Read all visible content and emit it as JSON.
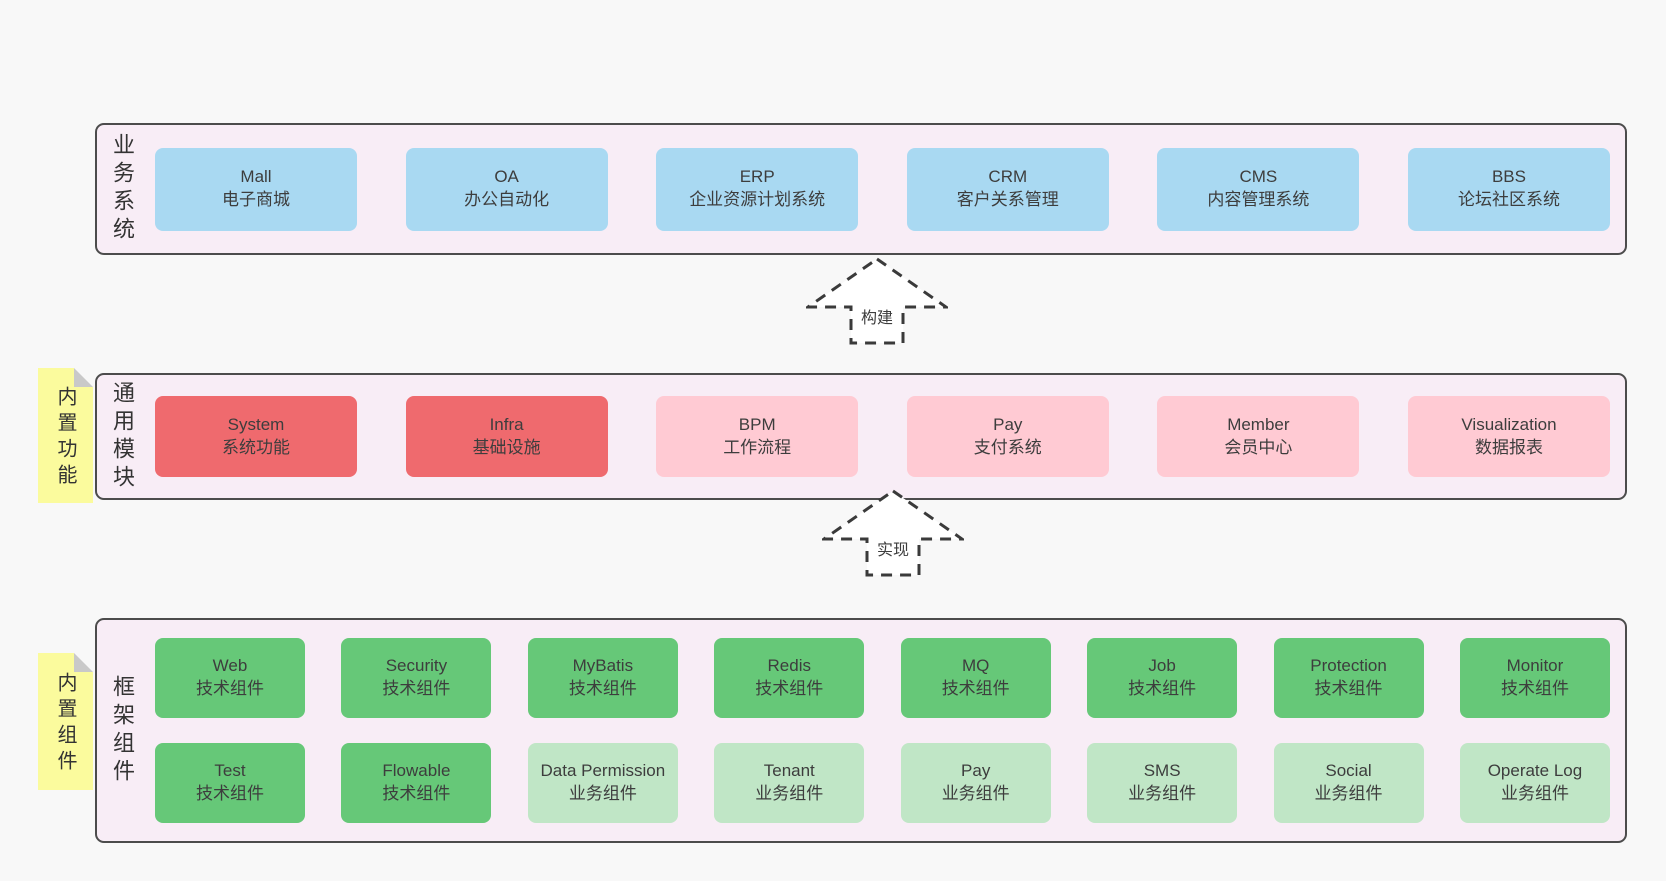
{
  "colors": {
    "blue": "#a9d9f2",
    "red": "#ef6a6e",
    "pink": "#ffcad3",
    "green_dark": "#66c878",
    "green_light": "#c0e6c6",
    "container_fill": "#f8edf6",
    "container_border": "#4c4c4c",
    "sticky_yellow": "#fbfb9d",
    "background": "#f8f8f8"
  },
  "arrows": [
    {
      "label": "构建"
    },
    {
      "label": "实现"
    }
  ],
  "sections": [
    {
      "name": "business-systems",
      "side_label": "业务系统",
      "sticky_note": null,
      "rows": [
        [
          {
            "title": "Mall",
            "subtitle": "电子商城",
            "variant": "blue"
          },
          {
            "title": "OA",
            "subtitle": "办公自动化",
            "variant": "blue"
          },
          {
            "title": "ERP",
            "subtitle": "企业资源计划系统",
            "variant": "blue"
          },
          {
            "title": "CRM",
            "subtitle": "客户关系管理",
            "variant": "blue"
          },
          {
            "title": "CMS",
            "subtitle": "内容管理系统",
            "variant": "blue"
          },
          {
            "title": "BBS",
            "subtitle": "论坛社区系统",
            "variant": "blue"
          }
        ]
      ]
    },
    {
      "name": "common-modules",
      "side_label": "通用模块",
      "sticky_note": "内置功能",
      "rows": [
        [
          {
            "title": "System",
            "subtitle": "系统功能",
            "variant": "red"
          },
          {
            "title": "Infra",
            "subtitle": "基础设施",
            "variant": "red"
          },
          {
            "title": "BPM",
            "subtitle": "工作流程",
            "variant": "pink"
          },
          {
            "title": "Pay",
            "subtitle": "支付系统",
            "variant": "pink"
          },
          {
            "title": "Member",
            "subtitle": "会员中心",
            "variant": "pink"
          },
          {
            "title": "Visualization",
            "subtitle": "数据报表",
            "variant": "pink"
          }
        ]
      ]
    },
    {
      "name": "framework-components",
      "side_label": "框架组件",
      "sticky_note": "内置组件",
      "rows": [
        [
          {
            "title": "Web",
            "subtitle": "技术组件",
            "variant": "green_dark"
          },
          {
            "title": "Security",
            "subtitle": "技术组件",
            "variant": "green_dark"
          },
          {
            "title": "MyBatis",
            "subtitle": "技术组件",
            "variant": "green_dark"
          },
          {
            "title": "Redis",
            "subtitle": "技术组件",
            "variant": "green_dark"
          },
          {
            "title": "MQ",
            "subtitle": "技术组件",
            "variant": "green_dark"
          },
          {
            "title": "Job",
            "subtitle": "技术组件",
            "variant": "green_dark"
          },
          {
            "title": "Protection",
            "subtitle": "技术组件",
            "variant": "green_dark"
          },
          {
            "title": "Monitor",
            "subtitle": "技术组件",
            "variant": "green_dark"
          }
        ],
        [
          {
            "title": "Test",
            "subtitle": "技术组件",
            "variant": "green_dark"
          },
          {
            "title": "Flowable",
            "subtitle": "技术组件",
            "variant": "green_dark"
          },
          {
            "title": "Data Permission",
            "subtitle": "业务组件",
            "variant": "green_light"
          },
          {
            "title": "Tenant",
            "subtitle": "业务组件",
            "variant": "green_light"
          },
          {
            "title": "Pay",
            "subtitle": "业务组件",
            "variant": "green_light"
          },
          {
            "title": "SMS",
            "subtitle": "业务组件",
            "variant": "green_light"
          },
          {
            "title": "Social",
            "subtitle": "业务组件",
            "variant": "green_light"
          },
          {
            "title": "Operate Log",
            "subtitle": "业务组件",
            "variant": "green_light"
          }
        ]
      ]
    }
  ]
}
